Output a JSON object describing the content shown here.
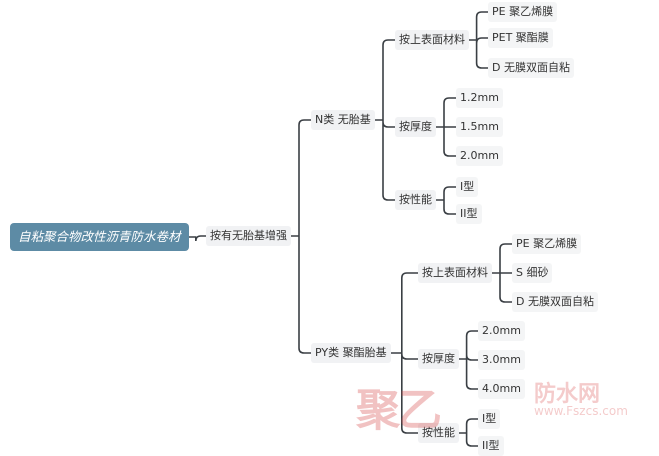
{
  "mindmap": {
    "root": "自粘聚合物改性沥青防水卷材",
    "level1": "按有无胎基增强",
    "n_type": {
      "label": "N类 无胎基",
      "surface": {
        "label": "按上表面材料",
        "items": [
          "PE 聚乙烯膜",
          "PET 聚酯膜",
          "D 无膜双面自粘"
        ]
      },
      "thickness": {
        "label": "按厚度",
        "items": [
          "1.2mm",
          "1.5mm",
          "2.0mm"
        ]
      },
      "performance": {
        "label": "按性能",
        "items": [
          "I型",
          "II型"
        ]
      }
    },
    "py_type": {
      "label": "PY类 聚酯胎基",
      "surface": {
        "label": "按上表面材料",
        "items": [
          "PE 聚乙烯膜",
          "S 细砂",
          "D 无膜双面自粘"
        ]
      },
      "thickness": {
        "label": "按厚度",
        "items": [
          "2.0mm",
          "3.0mm",
          "4.0mm"
        ]
      },
      "performance": {
        "label": "按性能",
        "items": [
          "I型",
          "II型"
        ]
      }
    }
  },
  "watermark": {
    "big": "聚乙",
    "small": "防水网",
    "url": "www.Fszcs.com"
  },
  "colors": {
    "line": "#3a3f44",
    "root_bg": "#5d8ba5",
    "node_bg": "#f1f2f4",
    "watermark": "#d64646"
  }
}
